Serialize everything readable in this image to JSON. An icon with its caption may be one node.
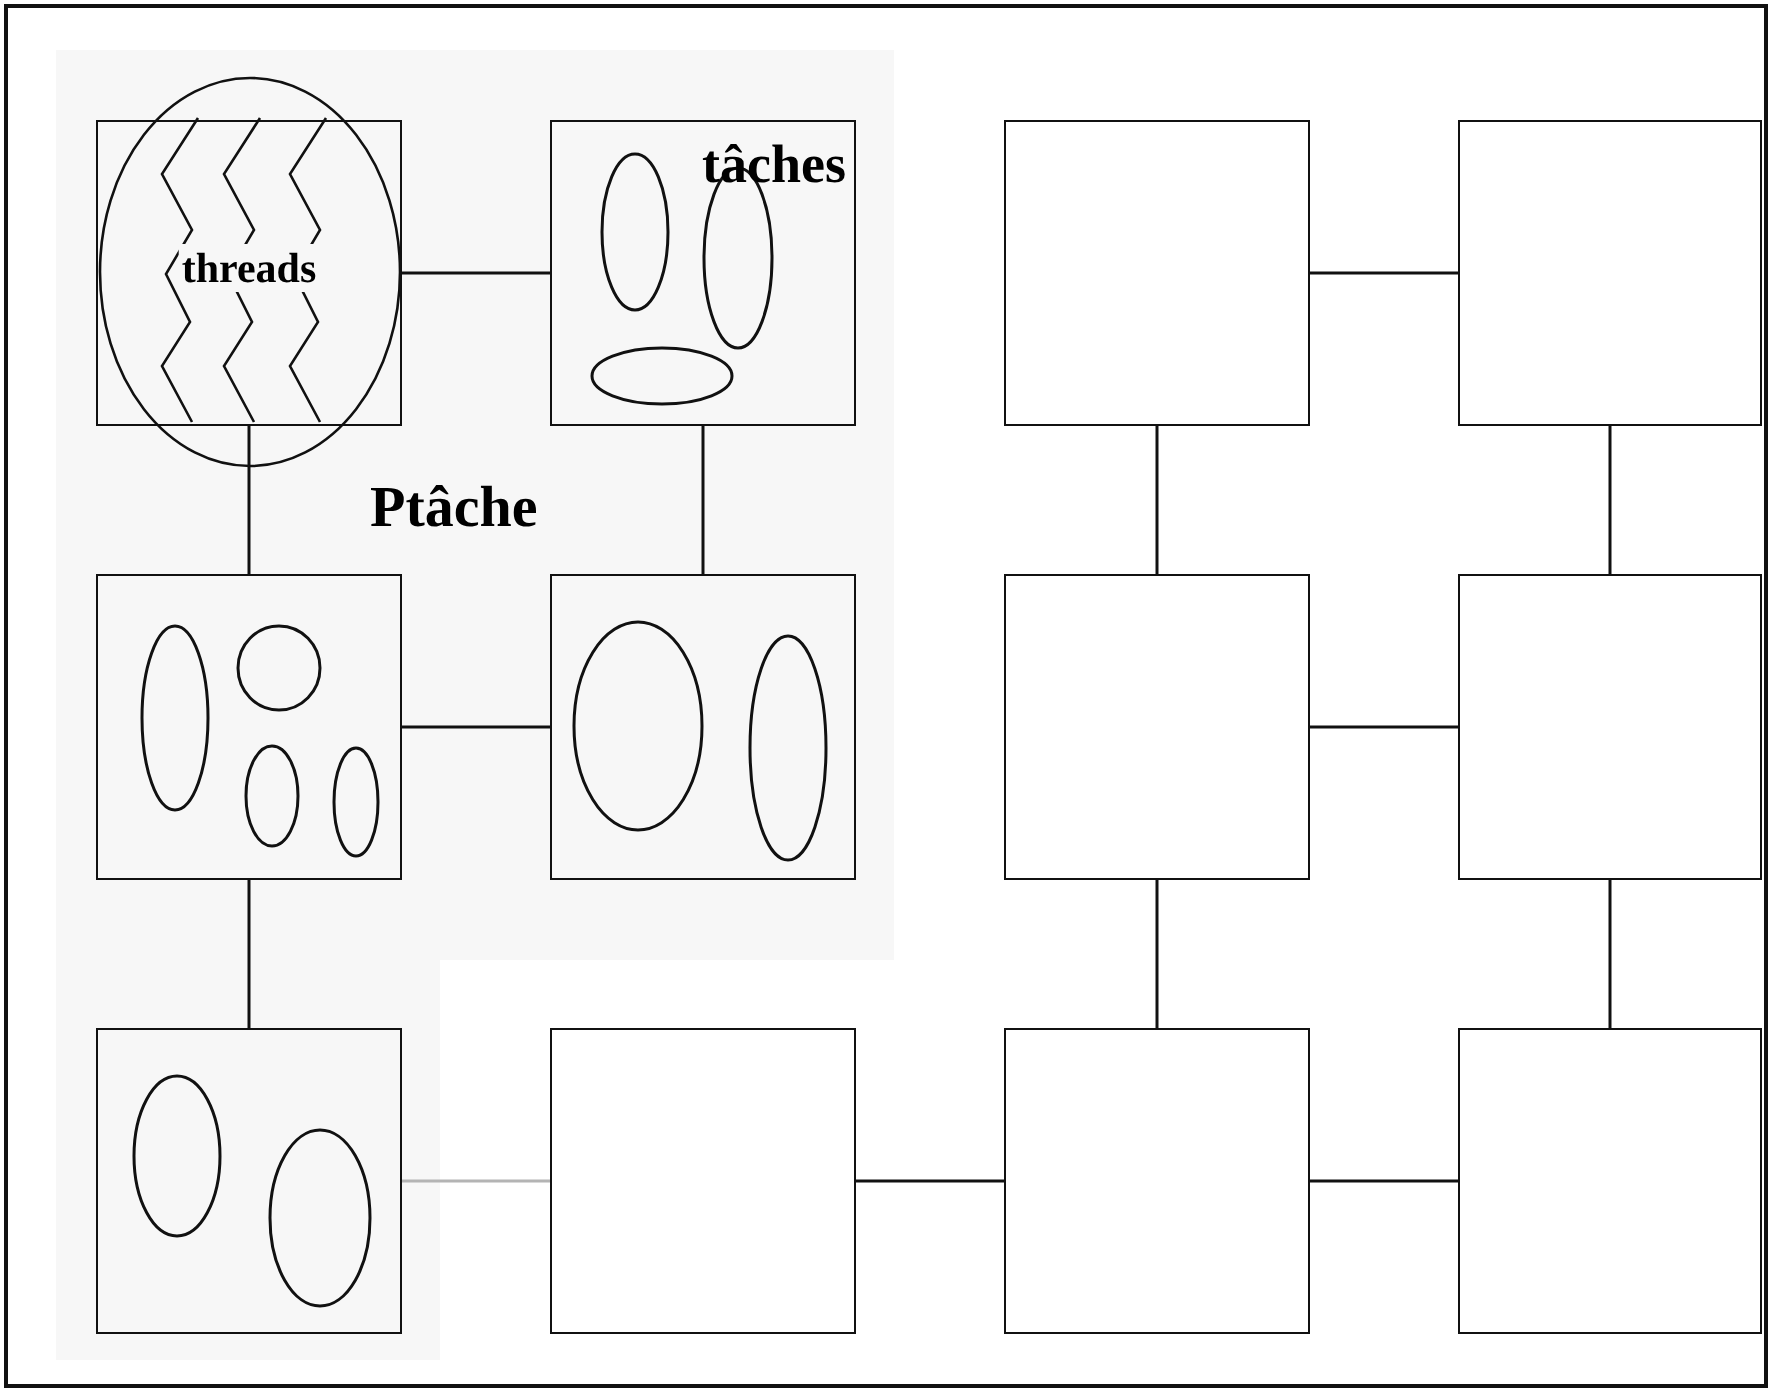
{
  "diagram": {
    "nodes": [
      {
        "text": [
          "Ptâche"
        ]
      },
      {
        "text": [
          "threads"
        ],
        "in": 0
      },
      {
        "text": [
          "tâches"
        ],
        "in": 0
      },
      {
        "text": [],
        "shape": "ellipse",
        "in": 2
      },
      {
        "text": [],
        "shape": "ellipse",
        "in": 2
      },
      {
        "text": [],
        "shape": "ellipse",
        "in": 2
      },
      {
        "text": [],
        "shape": "box"
      },
      {
        "text": [],
        "shape": "box"
      },
      {
        "text": [],
        "shape": "box",
        "in": 0
      },
      {
        "text": [],
        "shape": "ellipse",
        "in": 8
      },
      {
        "text": [],
        "shape": "circle",
        "in": 8
      },
      {
        "text": [],
        "shape": "ellipse",
        "in": 8
      },
      {
        "text": [],
        "shape": "ellipse",
        "in": 8
      },
      {
        "text": [],
        "shape": "box",
        "in": 0
      },
      {
        "text": [],
        "shape": "ellipse",
        "in": 13
      },
      {
        "text": [],
        "shape": "ellipse",
        "in": 13
      },
      {
        "text": [],
        "shape": "box"
      },
      {
        "text": [],
        "shape": "box"
      },
      {
        "text": [],
        "shape": "box",
        "in": 0
      },
      {
        "text": [],
        "shape": "ellipse",
        "in": 18
      },
      {
        "text": [],
        "shape": "ellipse",
        "in": 18
      },
      {
        "text": [],
        "shape": "box"
      },
      {
        "text": [],
        "shape": "box"
      },
      {
        "text": [],
        "shape": "box"
      }
    ],
    "edges": [
      {
        "from": 1,
        "to": 2,
        "arrow": "none"
      },
      {
        "from": 6,
        "to": 7,
        "arrow": "none"
      },
      {
        "from": 1,
        "to": 8,
        "arrow": "none"
      },
      {
        "from": 2,
        "to": 13,
        "arrow": "none"
      },
      {
        "from": 6,
        "to": 16,
        "arrow": "none"
      },
      {
        "from": 7,
        "to": 17,
        "arrow": "none"
      },
      {
        "from": 8,
        "to": 13,
        "arrow": "none"
      },
      {
        "from": 16,
        "to": 17,
        "arrow": "none"
      },
      {
        "from": 8,
        "to": 18,
        "arrow": "none"
      },
      {
        "from": 16,
        "to": 22,
        "arrow": "none"
      },
      {
        "from": 17,
        "to": 23,
        "arrow": "none"
      },
      {
        "from": 18,
        "to": 21,
        "arrow": "none",
        "color": "#b4b4b4"
      },
      {
        "from": 21,
        "to": 22,
        "arrow": "none"
      },
      {
        "from": 22,
        "to": 23,
        "arrow": "none"
      }
    ]
  }
}
